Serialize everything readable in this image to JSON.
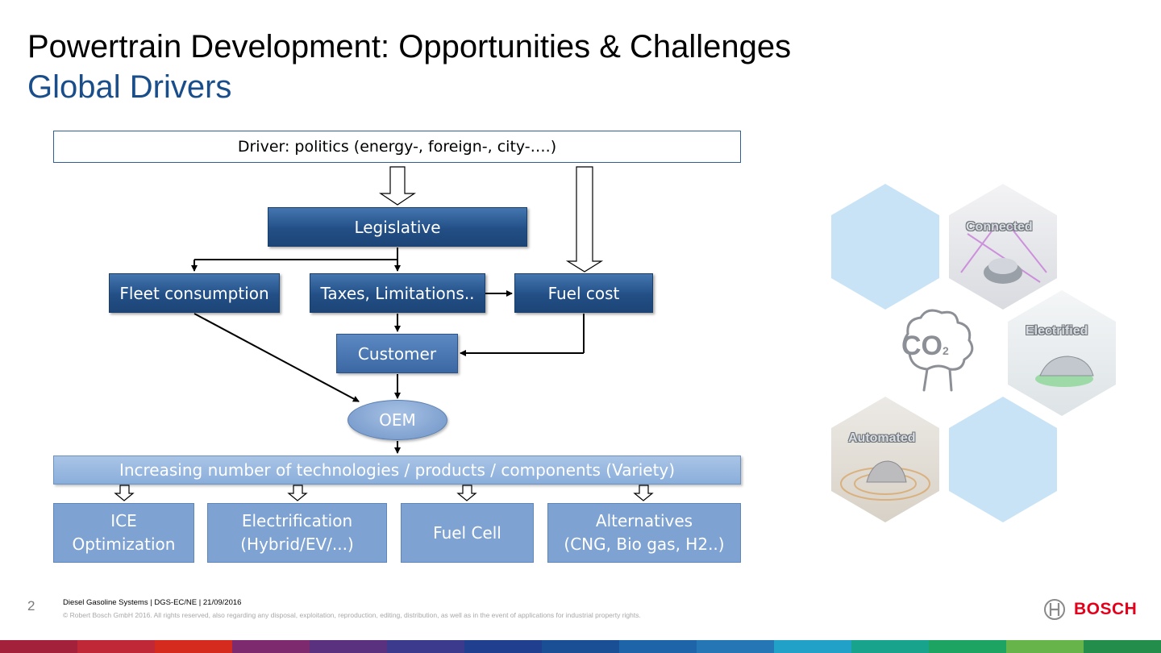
{
  "header": {
    "title": "Powertrain Development: Opportunities & Challenges",
    "subtitle": "Global Drivers"
  },
  "diagram": {
    "driver": "Driver: politics (energy-, foreign-, city-….)",
    "legislative": "Legislative",
    "fleet_consumption": "Fleet consumption",
    "taxes": "Taxes, Limitations..",
    "fuel_cost": "Fuel cost",
    "customer": "Customer",
    "oem": "OEM",
    "variety": "Increasing number of technologies / products / components (Variety)",
    "ice_line1": "ICE",
    "ice_line2": "Optimization",
    "electrification_line1": "Electrification",
    "electrification_line2": "(Hybrid/EV/...)",
    "fuel_cell": "Fuel Cell",
    "alternatives_line1": "Alternatives",
    "alternatives_line2": "(CNG, Bio gas, H2..)"
  },
  "hex_graphic": {
    "connected": "Connected",
    "electrified": "Electrified",
    "automated": "Automated",
    "co2": "CO",
    "co2_sub": "2",
    "colors": {
      "hex_light": "#c9e3f6",
      "tree": "#8c9096"
    }
  },
  "footer": {
    "page_number": "2",
    "line1": "Diesel Gasoline Systems | DGS-EC/NE | 21/09/2016",
    "line2": "© Robert Bosch GmbH 2016. All rights reserved, also regarding any disposal, exploitation, reproduction, editing, distribution, as well as in the event of applications for industrial property rights.",
    "brand": "BOSCH",
    "brand_color": "#e2001a"
  },
  "bottom_bar_colors": [
    "#a3213a",
    "#c02838",
    "#d52b1e",
    "#7d2a6e",
    "#59317f",
    "#3c3a8d",
    "#213f8f",
    "#1a4f95",
    "#1d64a8",
    "#2476b5",
    "#21a0c8",
    "#17a38c",
    "#1ea462",
    "#66b44a",
    "#238d4b"
  ]
}
